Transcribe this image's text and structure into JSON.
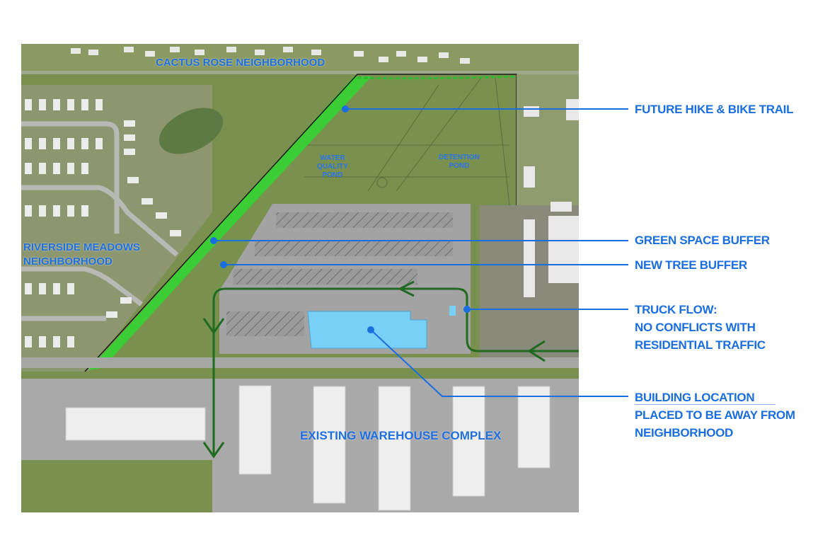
{
  "map_labels": {
    "north_neighborhood": "CACTUS ROSE NEIGHBORHOOD",
    "west_neighborhood_line1": "RIVERSIDE MEADOWS",
    "west_neighborhood_line2": "NEIGHBORHOOD",
    "south_complex": "EXISTING WAREHOUSE COMPLEX",
    "water_quality_pond": [
      "WATER",
      "QUALITY",
      "POND"
    ],
    "detention_pond": [
      "DETENTION",
      "POND"
    ]
  },
  "callouts": [
    {
      "id": "trail",
      "lines": [
        "FUTURE HIKE & BIKE TRAIL"
      ]
    },
    {
      "id": "green-buffer",
      "lines": [
        "GREEN SPACE BUFFER"
      ]
    },
    {
      "id": "tree-buffer",
      "lines": [
        "NEW TREE BUFFER"
      ]
    },
    {
      "id": "truck-flow",
      "lines": [
        "TRUCK FLOW:",
        "NO CONFLICTS WITH",
        "RESIDENTIAL TRAFFIC"
      ]
    },
    {
      "id": "building",
      "lines": [
        "BUILDING LOCATION",
        "PLACED TO BE AWAY FROM",
        "NEIGHBORHOOD"
      ]
    }
  ],
  "colors": {
    "callout_blue": "#1a6ee0",
    "trail_green": "#2fd62f",
    "truck_flow": "#1f6b1f",
    "building": "#79d0f7",
    "field": "#7a904e"
  }
}
